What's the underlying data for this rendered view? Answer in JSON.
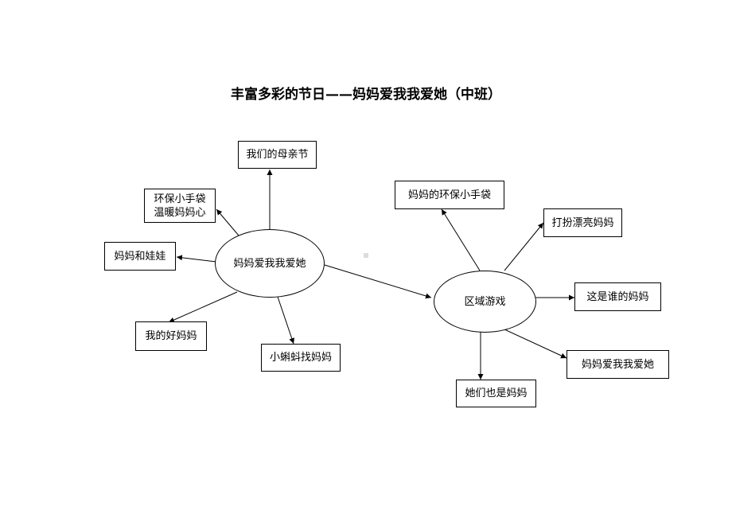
{
  "title": "丰富多彩的节日——妈妈爱我我爱她（中班）",
  "center_left": "妈妈爱我我爱她",
  "center_right": "区域游戏",
  "left_nodes": {
    "mother_day": "我们的母亲节",
    "eco_bag": "环保小手袋\n温暖妈妈心",
    "mama_baby": "妈妈和娃娃",
    "good_mama": "我的好妈妈",
    "tadpole": "小蝌蚪找妈妈"
  },
  "right_nodes": {
    "eco_bag": "妈妈的环保小手袋",
    "dress_up": "打扮漂亮妈妈",
    "whose_mama": "这是谁的妈妈",
    "love_her": "妈妈爱我我爱她",
    "she_is_mama": "她们也是妈妈"
  }
}
